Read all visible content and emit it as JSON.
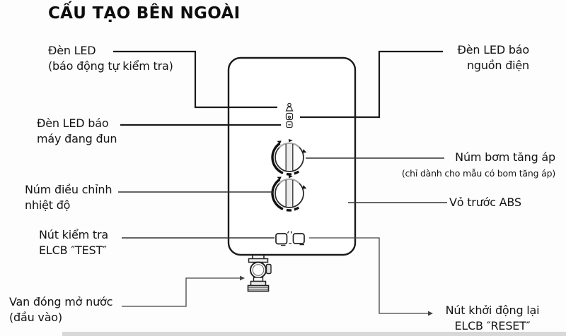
{
  "title": "CẤU TẠO BÊN NGOÀI",
  "labels": {
    "led_selfcheck": {
      "line1": "Đèn LED",
      "line2": "(báo động tự kiểm tra)"
    },
    "led_power": {
      "line1": "Đèn LED báo",
      "line2": "nguồn điện"
    },
    "led_heating": {
      "line1": "Đèn LED báo",
      "line2": "máy đang đun"
    },
    "pump_knob": {
      "line1": "Núm bơm tăng áp",
      "line2": "(chỉ dành cho mẫu có bom tăng áp)"
    },
    "temp_knob": {
      "line1": "Núm điều chỉnh",
      "line2": "nhiệt độ"
    },
    "front_cover": {
      "line1": "Vỏ trước ABS"
    },
    "test_button": {
      "line1": "Nút kiểm tra",
      "line2": "ELCB ″TEST″"
    },
    "reset_button": {
      "line1": "Nút khởi động lại",
      "line2": "ELCB ″RESET″"
    },
    "water_valve": {
      "line1": "Van đóng mở nước",
      "line2": "(đầu vào)"
    }
  },
  "icons": {
    "led_selfcheck": "alarm-led-icon",
    "led_power": "power-led-icon",
    "led_heating": "heating-led-icon",
    "temp_knob": "rotary-knob-icon",
    "pump_knob": "rotary-knob-icon",
    "test_button": "square-button-icon",
    "reset_button": "square-button-icon",
    "water_valve": "inlet-valve-icon"
  },
  "colors": {
    "line": "#1a1a1a",
    "thin_line": "#444444",
    "text": "#141414",
    "background": "#fdfdfd",
    "bottom_band": "#d8d8d8"
  }
}
